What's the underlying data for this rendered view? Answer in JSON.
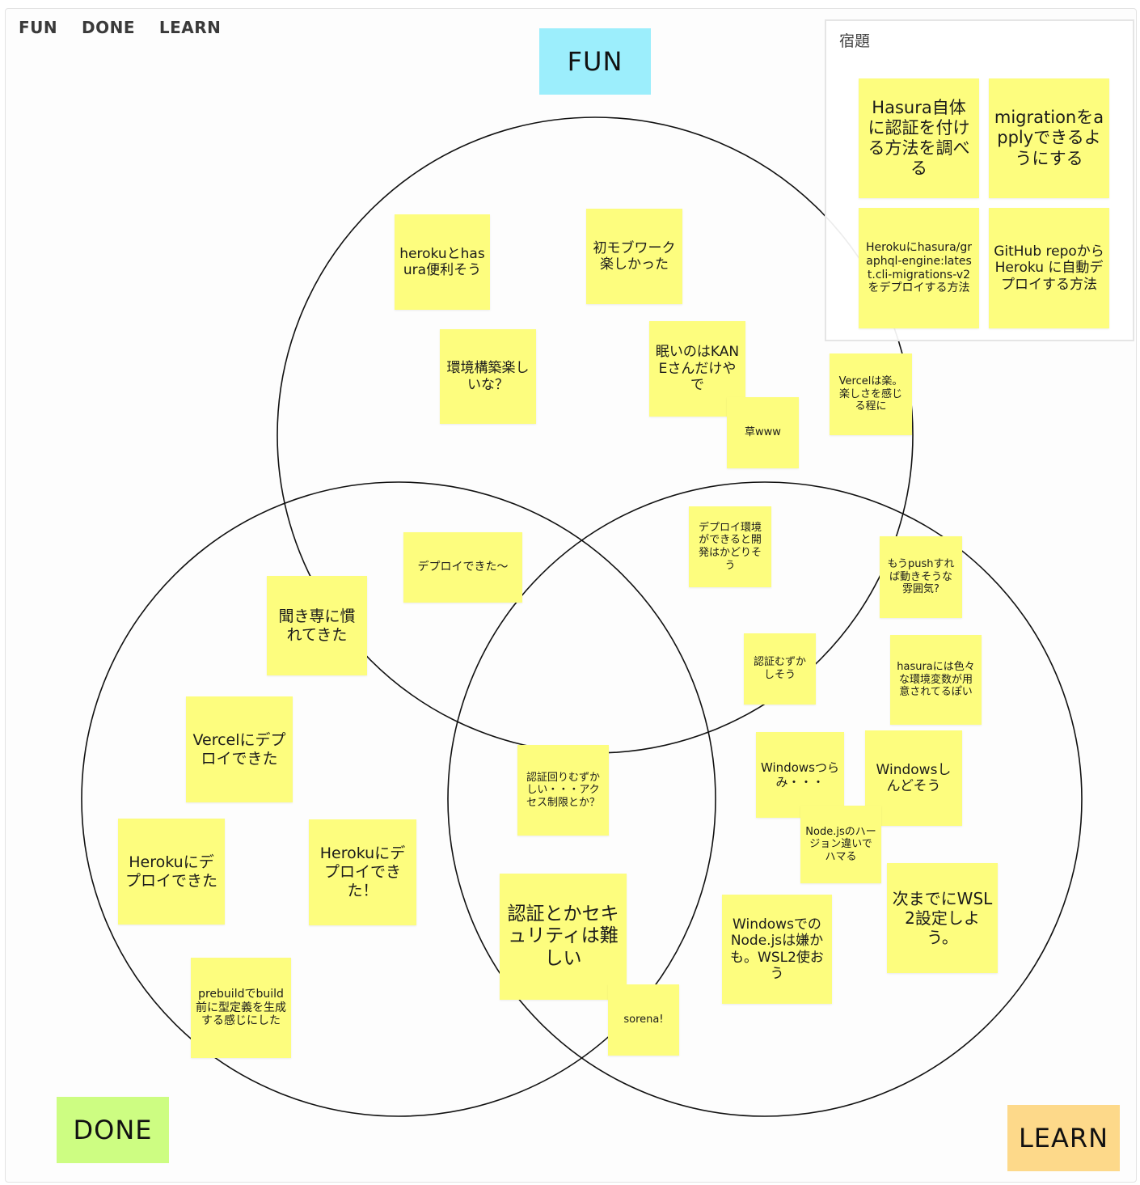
{
  "frame_title": "FUN    DONE    LEARN",
  "labels": {
    "fun": {
      "text": "FUN",
      "color": "#9ceefc"
    },
    "done": {
      "text": "DONE",
      "color": "#cdfd82"
    },
    "learn": {
      "text": "LEARN",
      "color": "#fdd98a"
    }
  },
  "homework": {
    "title": "宿題",
    "notes": [
      "Hasura自体に認証を付ける方法を調べる",
      "migrationをapplyできるようにする",
      "Herokuにhasura/graphql-engine:latest.cli-migrations-v2をデプロイする方法",
      "GitHub repoからHeroku に自動デプロイする方法"
    ]
  },
  "notes": [
    "herokuとhasura便利そう",
    "初モブワーク楽しかった",
    "環境構築楽しいな？",
    "眠いのはKANEさんだけやで",
    "草www",
    "Vercelは楽。楽しさを感じる程に",
    "デプロイできた～",
    "デプロイ環境ができると開発はかどりそう",
    "もうpushすれば動きそうな雰囲気?",
    "聞き専に慣れてきた",
    "認証むずかしそう",
    "hasuraには色々な環境変数が用意されてるぽい",
    "Vercelにデプロイできた",
    "認証回りむずかしい・・・アクセス制限とか？",
    "Windowsつらみ・・・",
    "Windowsしんどそう",
    "Node.jsのハージョン違いでハマる",
    "Herokuにデプロイできた",
    "Herokuにデプロイできた！",
    "認証とかセキュリティは難しい",
    "次までにWSL2設定しよう。",
    "Windowsでの Node.jsは嫌かも。WSL2使おう",
    "prebuildでbuild前に型定義を生成する感じにした",
    "sorena!"
  ],
  "colors": {
    "sticky": "#fdfd7e",
    "circle_stroke": "#111111"
  }
}
